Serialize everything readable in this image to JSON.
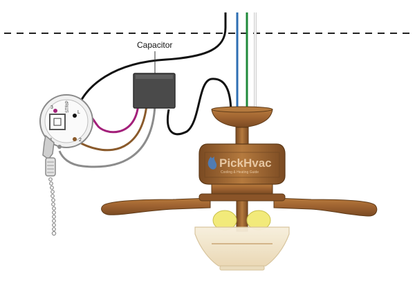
{
  "labels": {
    "capacitor": "Capacitor",
    "switch_strip": "STRIP",
    "term_1": "1",
    "term_2": "2",
    "term_3": "3",
    "term_L": "L"
  },
  "watermark": {
    "brand": "PickHvac",
    "tagline": "Cooling & Heating Guide"
  },
  "colors": {
    "black_wire": "#111111",
    "blue_wire": "#2e6fb3",
    "green_wire": "#1f8a3a",
    "white_wire": "#d9d9d9",
    "purple_wire": "#a3207a",
    "brown_wire": "#8a5a2b",
    "gray_wire": "#8c8c8c",
    "fan_wood": "#a0662f",
    "capacitor_body": "#4a4a4a",
    "bulb": "#f2ea7a",
    "light_bowl": "#f5e9cf"
  }
}
